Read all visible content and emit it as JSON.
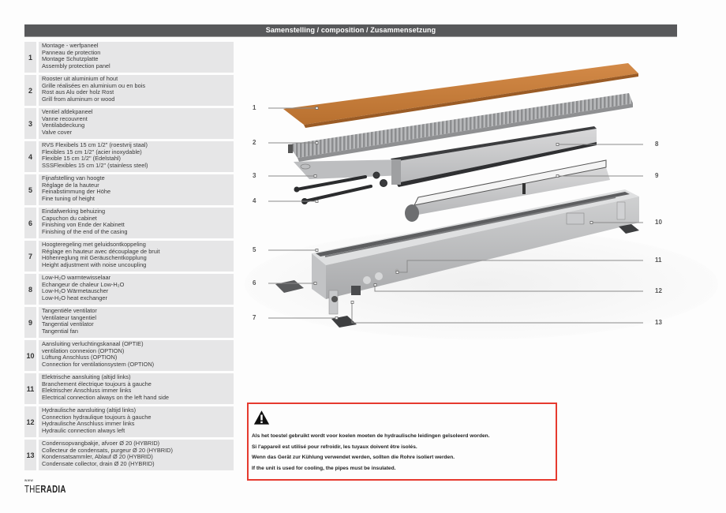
{
  "header": {
    "title": "Samenstelling / composition / Zusammensetzung",
    "bar_color": "#58595b"
  },
  "legend": {
    "items": [
      {
        "num": "1",
        "lines": [
          "Montage - werfpaneel",
          "Panneau de protection",
          "Montage Schutzplatte",
          "Assembly protection panel"
        ]
      },
      {
        "num": "2",
        "lines": [
          "Rooster uit aluminium of hout",
          "Grille réalisées en aluminium ou en bois",
          "Rost aus Alu oder holz Rost",
          "Grill from aluminum or wood"
        ]
      },
      {
        "num": "3",
        "lines": [
          "Ventiel afdekpaneel",
          "Vanne recouvrent",
          "Ventilabdeckung",
          "Valve cover"
        ]
      },
      {
        "num": "4",
        "lines": [
          "RVS Flexibels 15 cm 1/2\" (roestvrij staal)",
          "Flexibles 15 cm 1/2\"  (acier inoxydable)",
          "Flexible 15 cm 1/2\" (Edelstahl)",
          "SSSFlexibles 15 cm 1/2\" (stainless steel)"
        ]
      },
      {
        "num": "5",
        "lines": [
          "Fijnafstelling van hoogte",
          "Réglage de la hauteur",
          "Feinabstimmung der Höhe",
          "Fine tuning of height"
        ]
      },
      {
        "num": "6",
        "lines": [
          "Eindafwerking behuizing",
          "Capuchon du cabinet",
          "Finishing von Ende der Kabinett",
          "Finishing of the end of the casing"
        ]
      },
      {
        "num": "7",
        "lines": [
          "Hoogteregeling met geluidsontkoppeling",
          "Réglage en hauteur avec découplage de bruit",
          "Höhenreglung mit Geräuschentkopplung",
          "Height adjustment with noise uncoupling"
        ]
      },
      {
        "num": "8",
        "lines": [
          "Low-H₂O warmtewisselaar",
          "Echangeur de chaleur Low-H₂O",
          "Low-H₂O Wärmetauscher",
          "Low-H₂O heat exchanger"
        ]
      },
      {
        "num": "9",
        "lines": [
          "Tangentiële ventilator",
          "Ventilateur tangentiel",
          "Tangential ventilator",
          "Tangential fan"
        ]
      },
      {
        "num": "10",
        "lines": [
          "Aansluiting verluchtingskanaal (OPTIE)",
          "ventilation connexion (OPTION)",
          "Lüftung Anschluss (OPTION)",
          "Connection for ventilationsystem (OPTION)"
        ]
      },
      {
        "num": "11",
        "lines": [
          "Elektrische aansluiting (altijd links)",
          "Branchement électrique toujours à gauche",
          "Elektrischer Anschluss immer links",
          "Electrical connection always on the left hand side"
        ]
      },
      {
        "num": "12",
        "lines": [
          "Hydraulische aansluiting (altijd links)",
          "Connection hydraulique toujours à gauche",
          "Hydraulische Anschluss immer links",
          "Hydraulic connection always left"
        ]
      },
      {
        "num": "13",
        "lines": [
          "Condensopvangbakje, afvoer Ø 20  (HYBRID)",
          "Collecteur de condensats, purgeur Ø 20 (HYBRID)",
          "Kondensatsammler, Ablauf Ø 20 (HYBRID)",
          "Condensate collector, drain Ø 20 (HYBRID)"
        ]
      }
    ]
  },
  "diagram": {
    "callouts_left": [
      "1",
      "2",
      "3",
      "4",
      "5",
      "6",
      "7"
    ],
    "callouts_right": [
      "8",
      "9",
      "10",
      "11",
      "12",
      "13"
    ]
  },
  "warning": {
    "icon": "warning-triangle-icon",
    "border_color": "#e63a2f",
    "lines": [
      "Als het toestel gebruikt wordt voor koelen moeten de hydraulische leidingen geïsoleerd worden.",
      "Si l'appareil est utilisé pour refroidir, les tuyaux doivent être isolés.",
      "Wenn das Gerät zur Kühlung verwendet werden, sollten die Rohre isoliert werden.",
      "If the unit is used for cooling, the pipes must be insulated."
    ]
  },
  "logo": {
    "www": "www",
    "the": "THE",
    "brand": "RADIA"
  }
}
